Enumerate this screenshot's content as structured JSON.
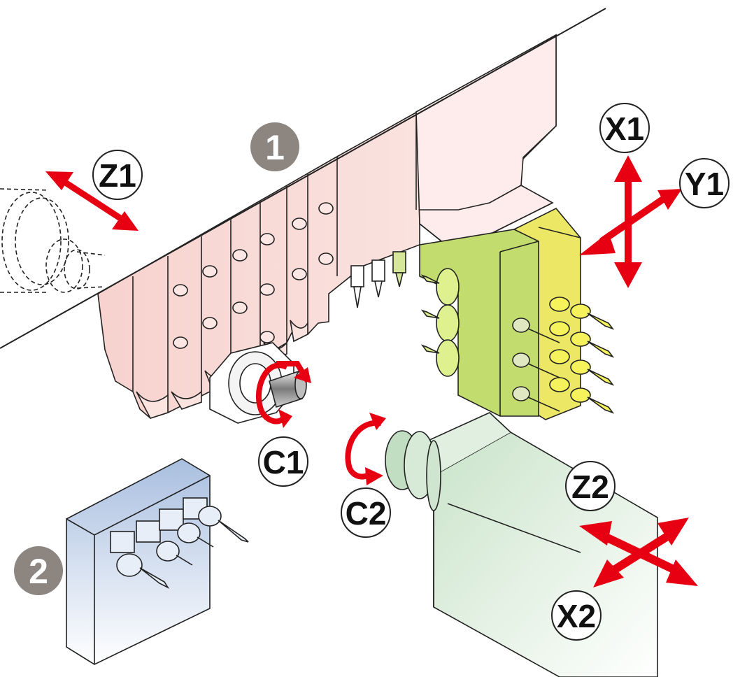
{
  "badges": {
    "b1": "1",
    "b2": "2"
  },
  "axes": {
    "x1": "X1",
    "y1": "Y1",
    "z1": "Z1",
    "c1": "C1",
    "c2": "C2",
    "z2": "Z2",
    "x2": "X2"
  },
  "colors": {
    "gang_plate": "#f7d9d6",
    "tool_block_green": "#c3dc6e",
    "tool_block_yellow": "#ece865",
    "back_tool_plate": "#a9bfe0",
    "sub_spindle": "#cfe5cf",
    "arrow_red": "#e60012",
    "badge_gray": "#8c8580"
  },
  "icons": {
    "rotation": "rotation-arrow-icon",
    "linear": "double-arrow-icon"
  }
}
